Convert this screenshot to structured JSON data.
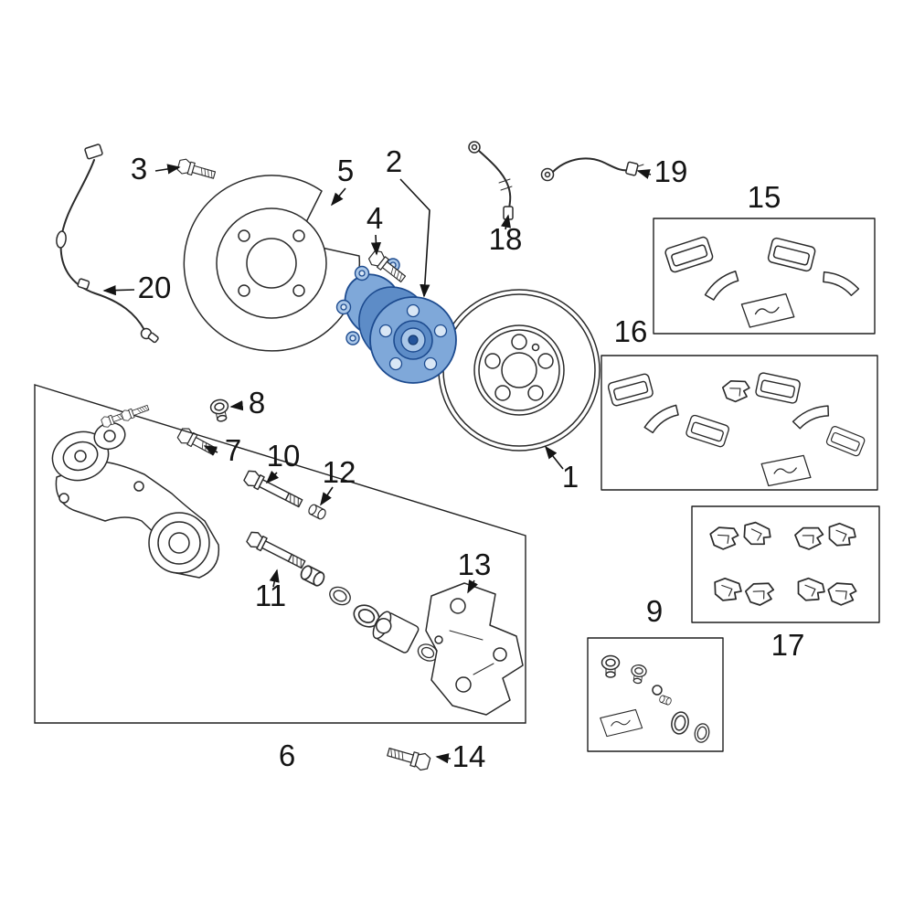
{
  "diagram": {
    "kind": "exploded-parts-diagram",
    "subject": "rear-disc-brake-components",
    "background_color": "#ffffff",
    "line_color": "#2a2a2a",
    "highlight_fill": "#7fa8d9",
    "highlight_stroke": "#1d4b8f",
    "callouts": [
      {
        "num": "1",
        "part": "brake-rotor"
      },
      {
        "num": "2",
        "part": "wheel-hub-bearing-assembly",
        "highlighted": true
      },
      {
        "num": "3",
        "part": "shield-bolt"
      },
      {
        "num": "4",
        "part": "hub-mounting-bolt"
      },
      {
        "num": "5",
        "part": "brake-dust-shield"
      },
      {
        "num": "6",
        "part": "brake-caliper-assembly-group"
      },
      {
        "num": "7",
        "part": "caliper-bolt"
      },
      {
        "num": "8",
        "part": "flange-nut"
      },
      {
        "num": "9",
        "part": "caliper-seal-kit-group"
      },
      {
        "num": "10",
        "part": "caliper-guide-pin"
      },
      {
        "num": "11",
        "part": "caliper-guide-pin-lower"
      },
      {
        "num": "12",
        "part": "guide-pin-bushing"
      },
      {
        "num": "13",
        "part": "caliper-mounting-bracket"
      },
      {
        "num": "14",
        "part": "bracket-mounting-bolt"
      },
      {
        "num": "15",
        "part": "brake-pad-set-group"
      },
      {
        "num": "16",
        "part": "brake-pad-kit-group"
      },
      {
        "num": "17",
        "part": "pad-hardware-clip-kit-group"
      },
      {
        "num": "18",
        "part": "brake-hose"
      },
      {
        "num": "19",
        "part": "speed-sensor-cable"
      },
      {
        "num": "20",
        "part": "abs-sensor-wire-harness"
      }
    ]
  }
}
